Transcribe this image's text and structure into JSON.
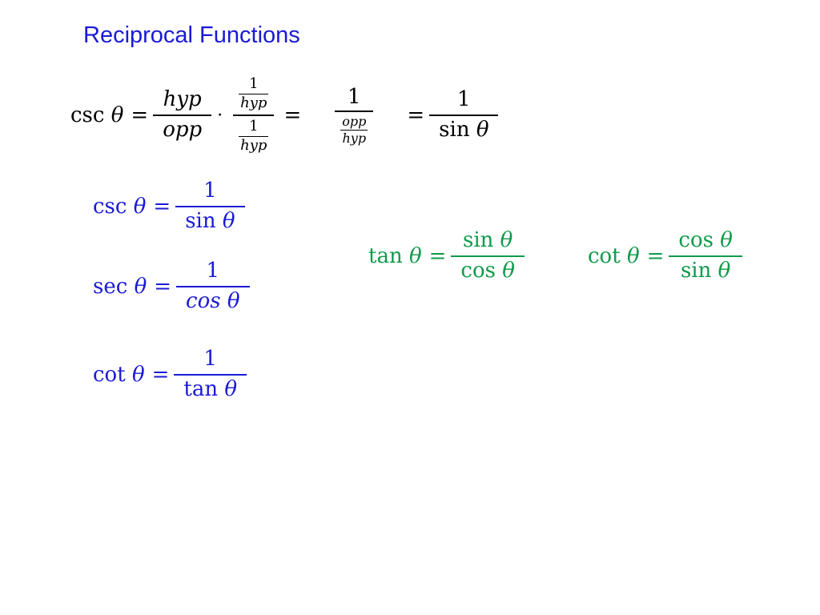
{
  "title": "Reciprocal Functions",
  "colors": {
    "title": "#1a1ad6",
    "main": "#000000",
    "left": "#1a1ad6",
    "right": "#0f9a4a"
  },
  "derivation": {
    "lhs_fn": "csc",
    "theta": "θ",
    "eq": "=",
    "dot": "·",
    "frac1_num": "hyp",
    "frac1_den": "opp",
    "one": "1",
    "hyp": "hyp",
    "opp": "opp",
    "sin": "sin"
  },
  "left_identities": [
    {
      "fn": "csc",
      "theta": "θ",
      "eq": "=",
      "num": "1",
      "den_fn": "sin",
      "den_theta": "θ"
    },
    {
      "fn": "sec",
      "theta": "θ",
      "eq": "=",
      "num": "1",
      "den_fn": "cos",
      "den_theta": "θ"
    },
    {
      "fn": "cot",
      "theta": "θ",
      "eq": "=",
      "num": "1",
      "den_fn": "tan",
      "den_theta": "θ"
    }
  ],
  "right_identities": [
    {
      "fn": "tan",
      "theta": "θ",
      "eq": "=",
      "num_fn": "sin",
      "num_theta": "θ",
      "den_fn": "cos",
      "den_theta": "θ"
    },
    {
      "fn": "cot",
      "theta": "θ",
      "eq": "=",
      "num_fn": "cos",
      "num_theta": "θ",
      "den_fn": "sin",
      "den_theta": "θ"
    }
  ]
}
